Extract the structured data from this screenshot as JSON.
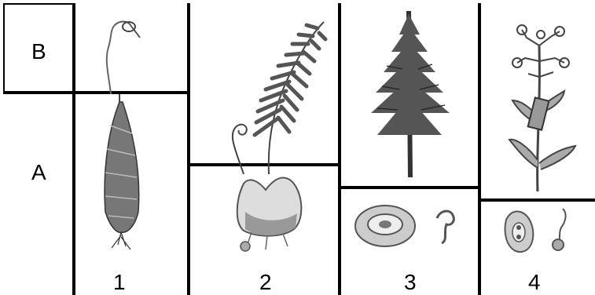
{
  "row_labels": {
    "top": "B",
    "bottom": "A"
  },
  "column_labels": [
    "1",
    "2",
    "3",
    "4"
  ],
  "illustrations": {
    "col1_top": "moss-sporophyte-capsule",
    "col1_bottom": "moss-leafy-gametophyte",
    "col2_top": "fern-frond",
    "col2_bottom": "fern-prothallus",
    "col3_top": "conifer-tree",
    "col3_bottom": "pine-pollen-and-ovule",
    "col4_top": "flowering-plant",
    "col4_bottom": "flower-embryo-sac-and-pollen"
  },
  "colors": {
    "line": "#000000",
    "drawing": "#555555",
    "drawing_dark": "#333333",
    "fill": "#9a9a9a"
  }
}
